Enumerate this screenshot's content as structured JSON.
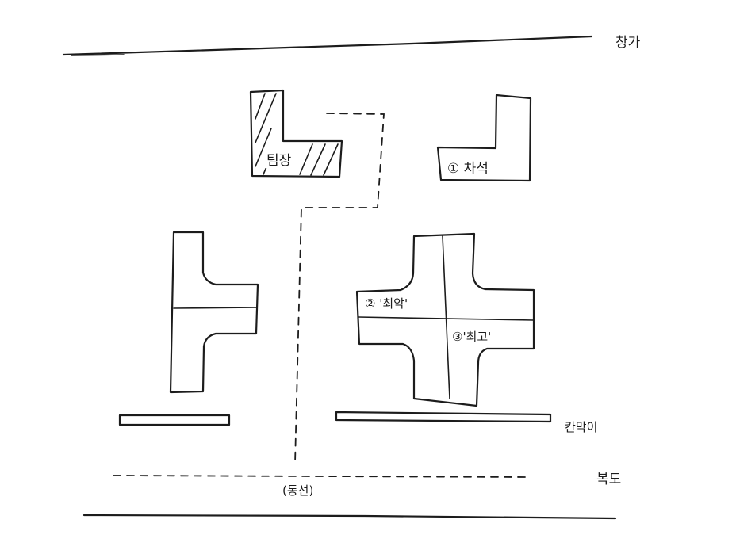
{
  "labels": {
    "window": "창가",
    "partition": "칸막이",
    "corridor": "복도",
    "flow_path": "(동선)",
    "team_leader": "팀장",
    "seat_1": "① 차석",
    "seat_2": "② '최악'",
    "seat_3": "③'최고'"
  },
  "colors": {
    "ink": "#1c1c1c",
    "paper": "#ffffff"
  }
}
